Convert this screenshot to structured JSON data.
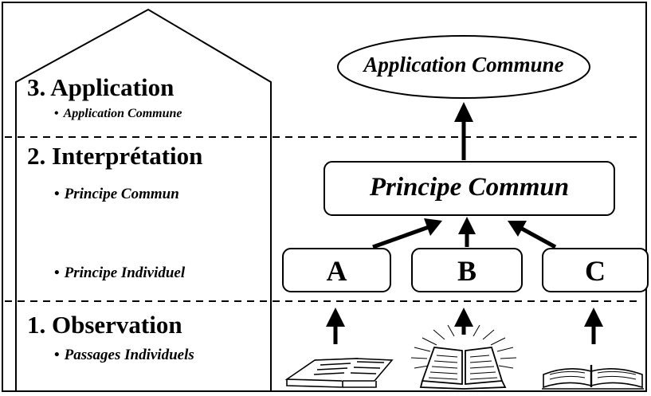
{
  "levels": {
    "application": {
      "title": "3. Application",
      "items": [
        "Application Commune"
      ]
    },
    "interpretation": {
      "title": "2. Interprétation",
      "items": [
        "Principe Commun",
        "Principe Individuel"
      ]
    },
    "observation": {
      "title": "1. Observation",
      "items": [
        "Passages Individuels"
      ]
    }
  },
  "bullet": "•",
  "nodes": {
    "application_commune": "Application Commune",
    "principe_commun": "Principe Commun",
    "individual": [
      "A",
      "B",
      "C"
    ]
  },
  "icons": [
    "open-book-icon",
    "glowing-bible-icon",
    "open-book-flat-icon"
  ],
  "colors": {
    "ink": "#000000",
    "background": "#ffffff"
  }
}
